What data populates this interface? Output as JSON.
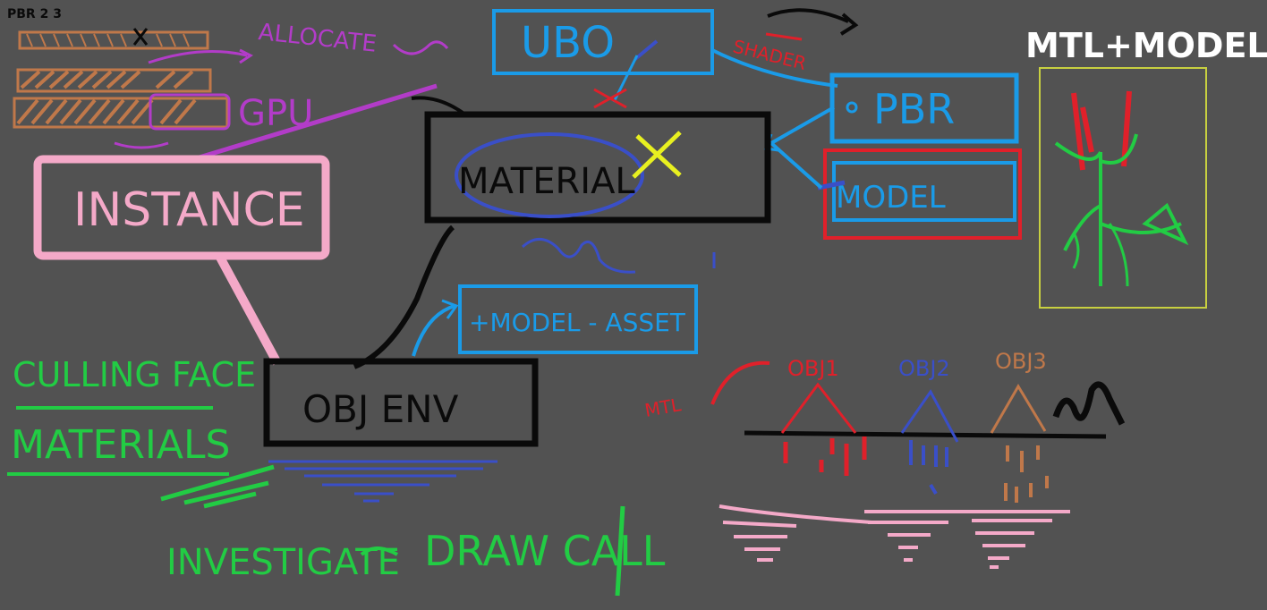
{
  "labels": {
    "pbr_numbers": "PBR  2  3",
    "allocate": "ALLOCATE",
    "gpu": "GPU",
    "instance": "INSTANCE",
    "ubo": "UBO",
    "shader": "SHADER",
    "material": "MATERIAL",
    "pbr": "PBR",
    "model": "MODEL",
    "mtl_model": "MTL+MODEL",
    "model_asset": "+MODEL - ASSET",
    "obj_env": "OBJ ENV",
    "culling": "CULLING FACE",
    "materials": "MATERIALS",
    "investigate": "INVESTIGATE",
    "drawcall": "DRAW CALL",
    "obj1": "OBJ1",
    "obj2": "OBJ2",
    "obj3": "OBJ3",
    "mtl_side": "MTL"
  },
  "colors": {
    "background": "#525252",
    "pink": "#f4a9c8",
    "blue": "#1a9be8",
    "dark_blue": "#3a4fc8",
    "red": "#e0202a",
    "green": "#22cc44",
    "purple": "#b23cc8",
    "brown": "#c0784a",
    "black": "#0a0a0a",
    "white": "#ffffff",
    "yellow": "#e8f020",
    "olive": "#c8d040"
  }
}
